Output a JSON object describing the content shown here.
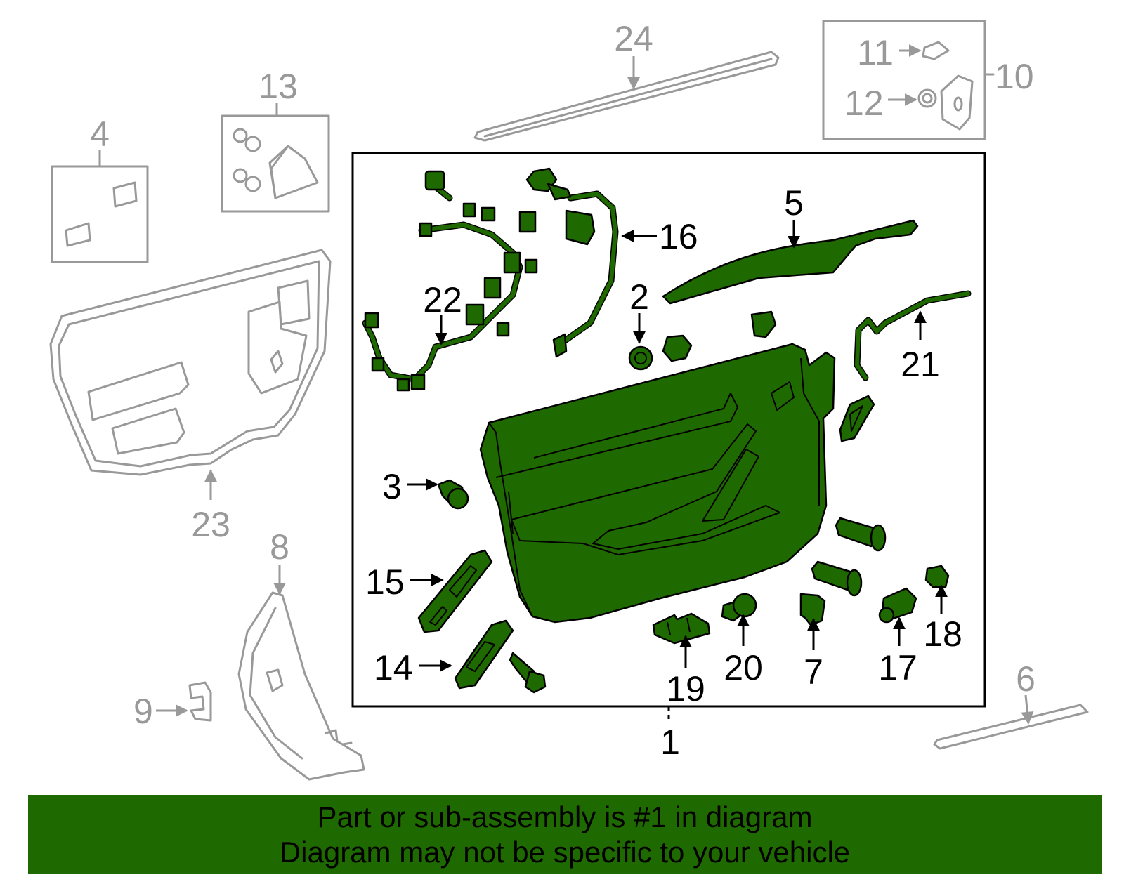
{
  "colors": {
    "highlight": "#1f6a00",
    "other_parts": "#999999",
    "outline": "#000000",
    "banner_background": "#1f6a00",
    "banner_text": "#000000"
  },
  "callouts": {
    "c1": "1",
    "c2": "2",
    "c3": "3",
    "c4": "4",
    "c5": "5",
    "c6": "6",
    "c7": "7",
    "c8": "8",
    "c9": "9",
    "c10": "10",
    "c11": "11",
    "c12": "12",
    "c13": "13",
    "c14": "14",
    "c15": "15",
    "c16": "16",
    "c17": "17",
    "c18": "18",
    "c19": "19",
    "c20": "20",
    "c21": "21",
    "c22": "22",
    "c23": "23",
    "c24": "24"
  },
  "banner": {
    "line1": "Part or sub-assembly is #1 in diagram",
    "line2": "Diagram may not be specific to your vehicle"
  }
}
